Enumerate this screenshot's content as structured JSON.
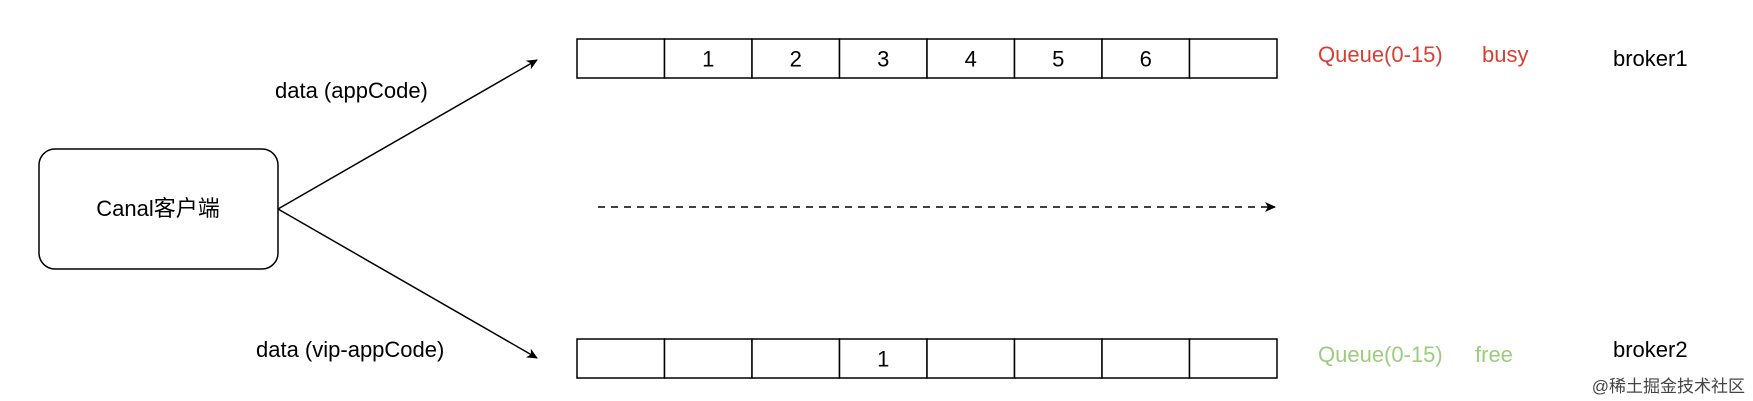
{
  "client": {
    "label": "Canal客户端"
  },
  "routes": [
    {
      "label": "data (appCode)"
    },
    {
      "label": "data (vip-appCode)"
    }
  ],
  "brokers": [
    {
      "name": "broker1",
      "queue_label": "Queue(0-15)",
      "status": "busy",
      "status_color": "#d63f36",
      "cells": [
        "",
        "1",
        "2",
        "3",
        "4",
        "5",
        "6",
        ""
      ]
    },
    {
      "name": "broker2",
      "queue_label": "Queue(0-15)",
      "status": "free",
      "status_color": "#9ccd7f",
      "cells": [
        "",
        "",
        "",
        "1",
        "",
        "",
        "",
        ""
      ]
    }
  ],
  "watermark": {
    "text": "@稀土掘金技术社区"
  }
}
